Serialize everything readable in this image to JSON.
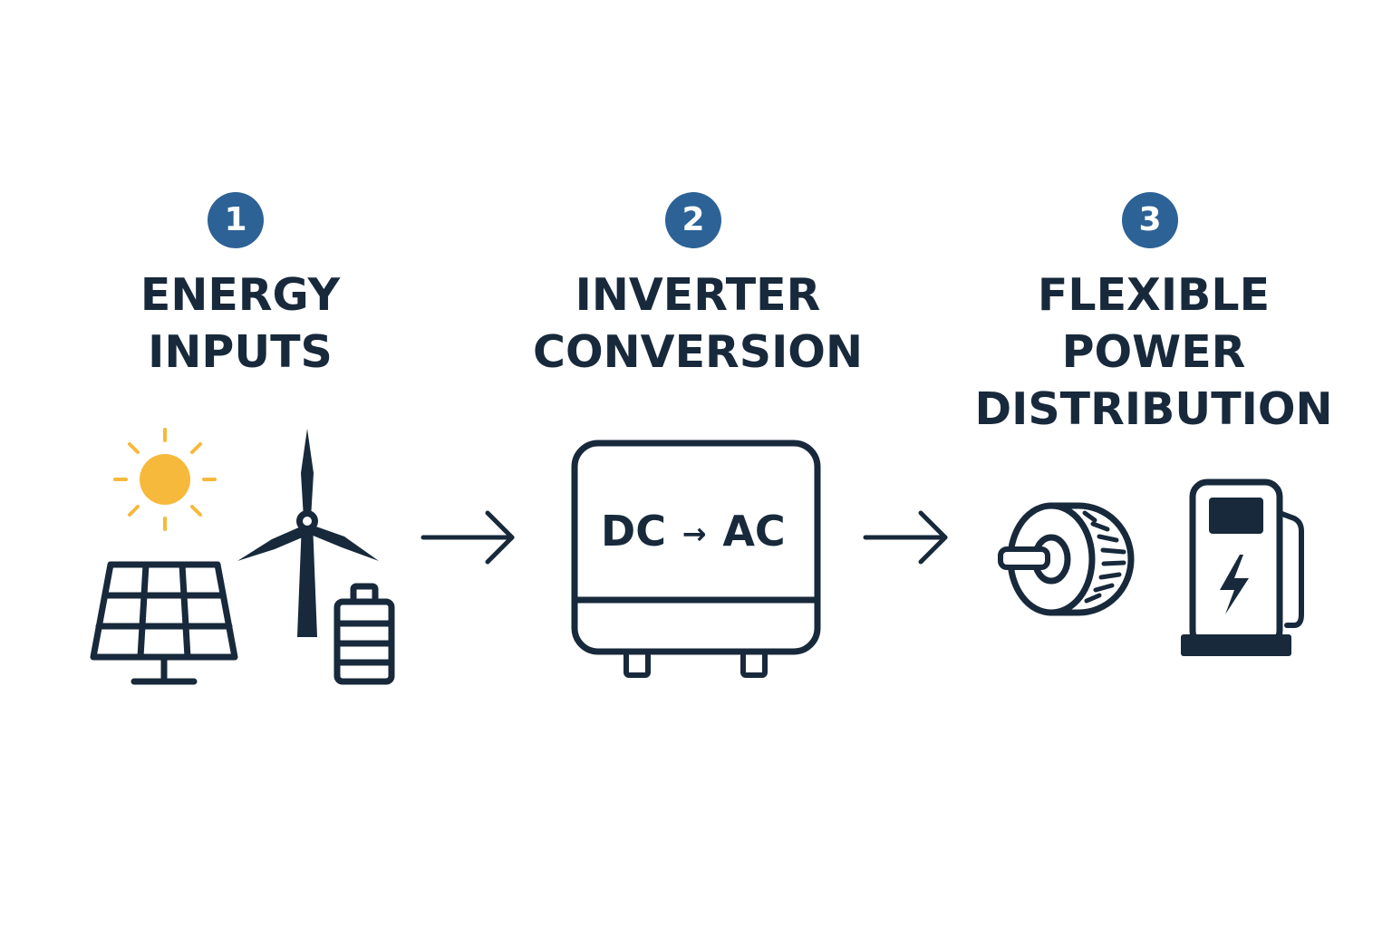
{
  "steps": [
    {
      "number": "1",
      "title_lines": [
        "ENERGY",
        "INPUTS"
      ]
    },
    {
      "number": "2",
      "title_lines": [
        "INVERTER",
        "CONVERSION"
      ]
    },
    {
      "number": "3",
      "title_lines": [
        "FLEXIBLE",
        "POWER",
        "DISTRIBUTION"
      ]
    }
  ],
  "inverter": {
    "dc": "DC",
    "ac": "AC",
    "arrow": "→"
  },
  "colors": {
    "badge": "#2d6296",
    "ink": "#17293b",
    "sun": "#f6b93b",
    "background": "#ffffff"
  },
  "icons": [
    "sun-icon",
    "solar-panel-icon",
    "wind-turbine-icon",
    "battery-icon",
    "arrow-right-icon",
    "inverter-icon",
    "electric-motor-icon",
    "ev-charger-icon"
  ]
}
